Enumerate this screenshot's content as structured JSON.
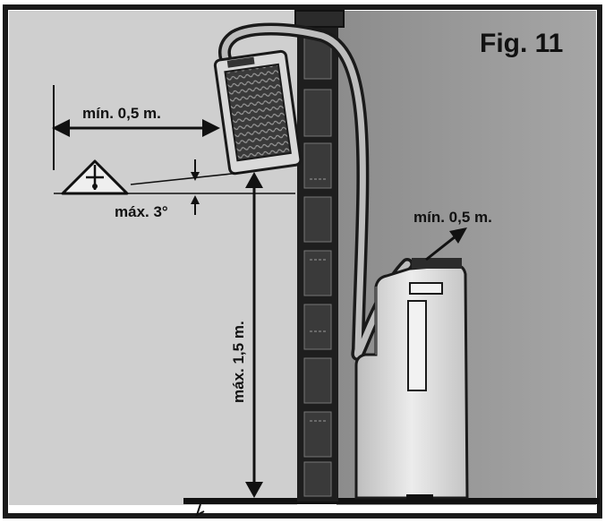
{
  "figure": {
    "title": "Fig. 11"
  },
  "labels": {
    "min_distance_outdoor": "mín. 0,5 m.",
    "max_angle": "máx. 3°",
    "max_height": "máx. 1,5 m.",
    "min_distance_indoor": "mín. 0,5 m."
  },
  "colors": {
    "wall_left": "#cfcfcf",
    "wall_right": "#9a9a9a",
    "frame": "#1a1a1a",
    "brick_column": "#2b2b2b",
    "unit_body": "#d6d6d6",
    "arrow": "#111111"
  }
}
